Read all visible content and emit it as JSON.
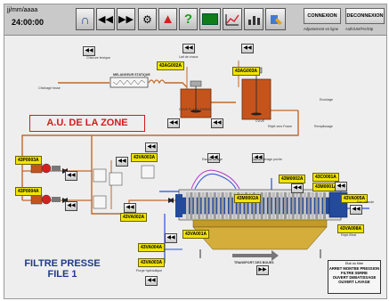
{
  "header": {
    "date": "jj/mm/aaaa",
    "time": "24:00:00"
  },
  "toolbar": {
    "connexion": "CONNEXION",
    "deconnexion": "DECONNEXION",
    "login_hint": "Adjustement en ligne",
    "user_hint": "Auth/Usr/Fre/Stp"
  },
  "alarm": {
    "text": "A.U. DE LA ZONE"
  },
  "title": {
    "line1": "FILTRE PRESSE",
    "line2": "FILE 1"
  },
  "tags": {
    "t1": "43AG002A",
    "t2": "43AG003A",
    "t3": "43P0003A",
    "t4": "43P0004A",
    "t5": "43VA003A",
    "t6": "43VA002A",
    "t7": "43M0002A",
    "t8": "43M0002A",
    "t9": "43C0001A",
    "t10": "43M0001A",
    "t11": "43VA001A",
    "t12": "43VA005A",
    "t13": "43VA008A",
    "t14": "43VA004A",
    "t15": "43VA003A"
  },
  "labels": {
    "l1": "Chlorure ferrique",
    "l2": "MELANGEUR STATIQUE",
    "l3": "Lait de chaux",
    "l4": "CUVE FLASH-MIXING",
    "l5": "CUVE",
    "l6": "Rejet vers Fosse",
    "l7": "Ecoulage",
    "l8": "Remplissage",
    "l9": "Chichage fosse",
    "l10": "Eau de lavage",
    "l11": "Eau de lavage poche",
    "l12": "TRANSPORT DES BOUES",
    "l13": "Purge hydraulique",
    "l14": "Eau chaude",
    "l15": "Rejet filtrat"
  },
  "status": {
    "heading": "Etat du filtre",
    "lines": [
      "ARRET MONTEE PRESSION",
      "FILTRE SERRE",
      "OUVERT DEBATISSAGE",
      "OUVERT LAVAGE"
    ]
  },
  "colors": {
    "alarm": "#d41b1b",
    "tag": "#f1e400",
    "pipe_sludge": "#c1682a",
    "pipe_water": "#2b4fd8",
    "tank": "#c5541c",
    "filter": "#234a9b",
    "title": "#1e3a8a"
  }
}
